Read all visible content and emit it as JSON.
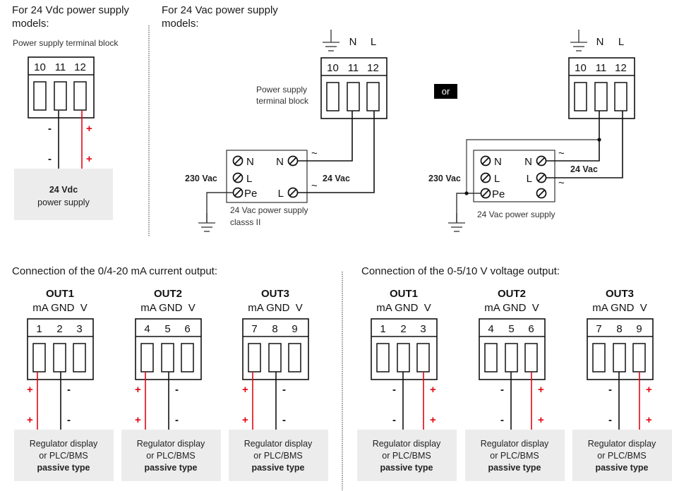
{
  "colors": {
    "wire_positive": "#e30613",
    "wire_negative": "#111111",
    "wire_ground": "#555555",
    "device_box_fill": "#ececec",
    "or_badge_bg": "#000000",
    "or_badge_text": "#ffffff"
  },
  "dc_section": {
    "title_line1": "For 24 Vdc power supply",
    "title_line2": "models:",
    "terminal_caption": "Power supply terminal block",
    "terminals": [
      "10",
      "11",
      "12"
    ],
    "neg_sign": "-",
    "pos_sign": "+",
    "device_line1": "24 Vdc",
    "device_line2": "power supply"
  },
  "ac_section": {
    "title_line1": "For 24 Vac power supply",
    "title_line2": "models:",
    "terminal_caption_line1": "Power supply",
    "terminal_caption_line2": "terminal block",
    "terminals": [
      "10",
      "11",
      "12"
    ],
    "top_labels": [
      "N",
      "L"
    ],
    "or_label": "or",
    "variant_a": {
      "input_label": "230 Vac",
      "output_label": "24 Vac",
      "left_terms": [
        "N",
        "L",
        "Pe"
      ],
      "right_terms": [
        "N",
        "L"
      ],
      "tilde": "~",
      "caption_line1": "24 Vac power supply",
      "caption_line2": "classs II"
    },
    "variant_b": {
      "input_label": "230 Vac",
      "output_label": "24 Vac",
      "left_terms": [
        "N",
        "L",
        "Pe"
      ],
      "right_terms": [
        "N",
        "L"
      ],
      "tilde": "~",
      "caption_line1": "24 Vac power supply"
    }
  },
  "current_output": {
    "title": "Connection of the 0/4-20 mA current output:",
    "outputs": [
      {
        "name": "OUT1",
        "pins": [
          "1",
          "2",
          "3"
        ]
      },
      {
        "name": "OUT2",
        "pins": [
          "4",
          "5",
          "6"
        ]
      },
      {
        "name": "OUT3",
        "pins": [
          "7",
          "8",
          "9"
        ]
      }
    ],
    "pin_header": "mA GND  V",
    "device_line1": "Regulator display",
    "device_line2": "or PLC/BMS",
    "device_line3": "passive type"
  },
  "voltage_output": {
    "title": "Connection of the 0-5/10 V voltage output:",
    "outputs": [
      {
        "name": "OUT1",
        "pins": [
          "1",
          "2",
          "3"
        ]
      },
      {
        "name": "OUT2",
        "pins": [
          "4",
          "5",
          "6"
        ]
      },
      {
        "name": "OUT3",
        "pins": [
          "7",
          "8",
          "9"
        ]
      }
    ],
    "pin_header": "mA GND  V",
    "device_line1": "Regulator display",
    "device_line2": "or PLC/BMS",
    "device_line3": "passive type"
  }
}
